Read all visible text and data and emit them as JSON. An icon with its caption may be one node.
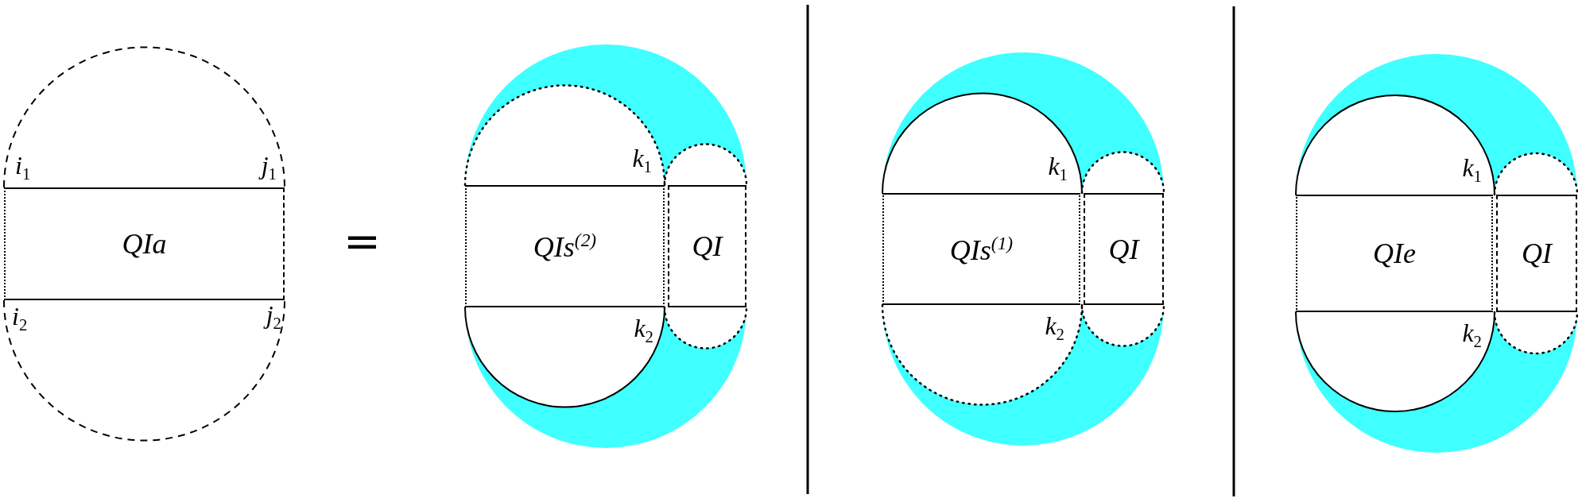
{
  "diagram": {
    "nodes": [
      {
        "text": [
          "QIa"
        ],
        "beside": [
          "*i*$_{1}$",
          "*j*$_{1}$",
          "*i*$_{2}$",
          "*j*$_{2}$"
        ]
      },
      {
        "text": [
          "QIs$^{(2)}$"
        ],
        "beside": [
          "*k*$_{1}$",
          "*k*$_{2}$"
        ]
      },
      {
        "text": [
          "QI"
        ]
      },
      {
        "text": [
          "QIs$^{(1)}$"
        ],
        "beside": [
          "*k*$_{1}$",
          "*k*$_{2}$"
        ]
      },
      {
        "text": [
          "QI"
        ]
      },
      {
        "text": [
          "QIe"
        ],
        "beside": [
          "*k*$_{1}$",
          "*k*$_{2}$"
        ]
      },
      {
        "text": [
          "QI"
        ]
      }
    ],
    "labels": [
      "="
    ]
  }
}
